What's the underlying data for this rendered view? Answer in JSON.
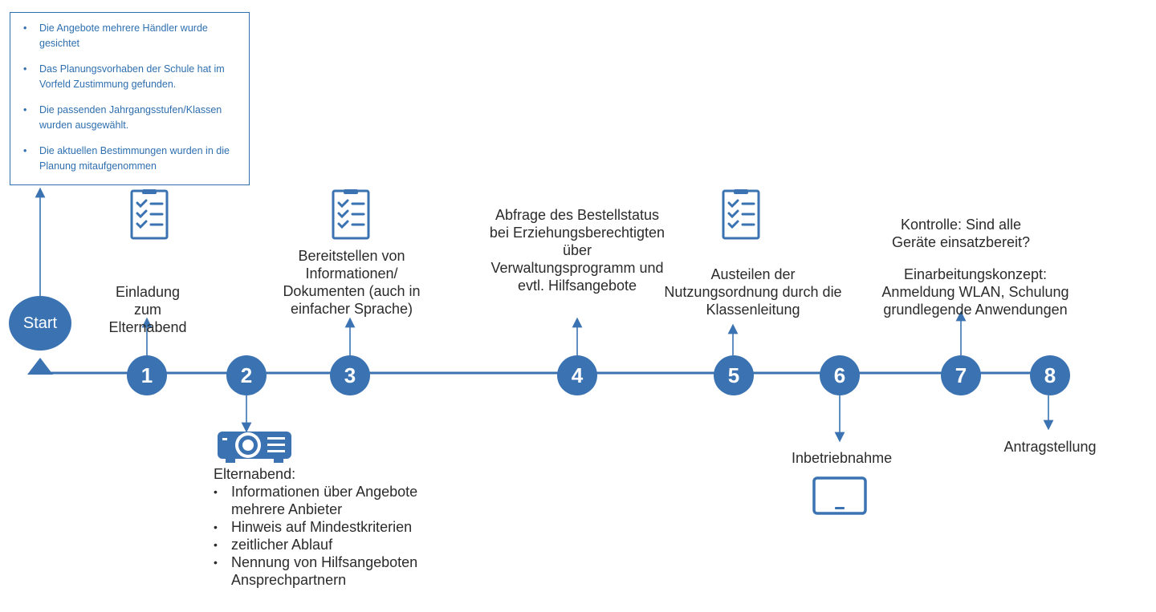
{
  "requirements_box": {
    "items": [
      "Die Angebote mehrere Händler wurde gesichtet",
      "Das Planungsvorhaben der Schule hat im Vorfeld Zustimmung gefunden.",
      "Die passenden Jahrgangsstufen/Klassen wurden ausgewählt.",
      "Die aktuellen Bestimmungen wurden in die Planung mitaufgenommen"
    ]
  },
  "start_label": "Start",
  "steps": [
    "1",
    "2",
    "3",
    "4",
    "5",
    "6",
    "7",
    "8"
  ],
  "labels": {
    "step1": "Einladung zum Elternabend",
    "step3": "Bereitstellen von Informationen/ Dokumenten (auch in einfacher Sprache)",
    "step4": "Abfrage des Bestellstatus bei Erziehungsberechtigten über Verwaltungsprogramm und evtl. Hilfsangebote",
    "step5": "Austeilen der Nutzungsordnung durch die Klassenleitung",
    "step6": "Inbetriebnahme",
    "step7_top": "Kontrolle: Sind alle Geräte einsatzbereit?",
    "step7": "Einarbeitungskonzept: Anmeldung WLAN, Schulung grundlegende Anwendungen",
    "step8": "Antragstellung"
  },
  "elternabend": {
    "title": "Elternabend:",
    "items": [
      "Informationen über Angebote mehrere Anbieter",
      "Hinweis auf Mindestkriterien",
      "zeitlicher Ablauf",
      "Nennung von Hilfsangeboten Ansprechpartnern"
    ]
  },
  "icons": {
    "checklist": "checklist-icon",
    "projector": "projector-icon",
    "tablet": "tablet-icon"
  },
  "colors": {
    "accent": "#3b73b2",
    "box_text": "#2e6fb0"
  }
}
